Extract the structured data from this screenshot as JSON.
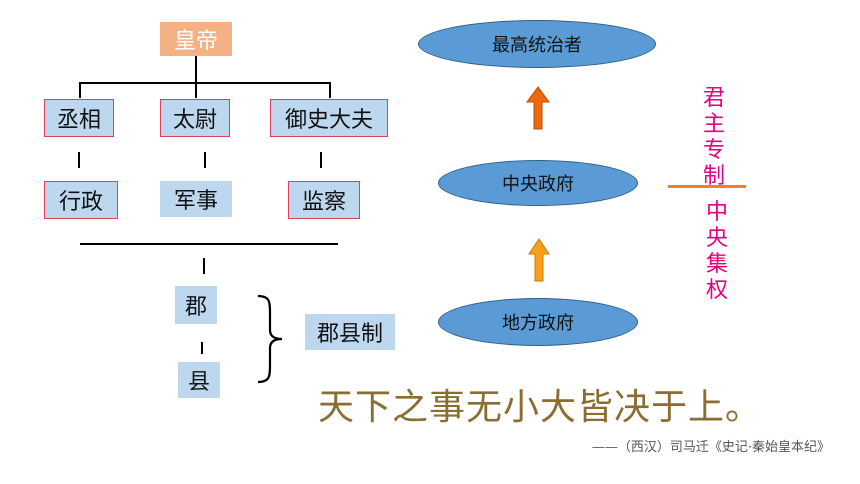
{
  "hierarchy": {
    "emperor": "皇帝",
    "ministers": [
      "丞相",
      "太尉",
      "御史大夫"
    ],
    "duties": [
      "行政",
      "军事",
      "监察"
    ],
    "local": [
      "郡",
      "县"
    ],
    "system": "郡县制"
  },
  "flow": {
    "top": "最高统治者",
    "middle": "中央政府",
    "bottom": "地方政府"
  },
  "side_labels": {
    "upper": "君主专制",
    "lower": "中央集权"
  },
  "quote": {
    "text": "天下之事无小大皆决于上。",
    "source": "——（西汉）司马迁《史记·秦始皇本纪》"
  },
  "colors": {
    "emperor_bg": "#f4b183",
    "box_bg": "#bdd7ee",
    "ellipse_bg": "#5b9bd5",
    "arrow": "#f4801f",
    "accent": "#e6007e",
    "quote": "#8a6e2f"
  }
}
